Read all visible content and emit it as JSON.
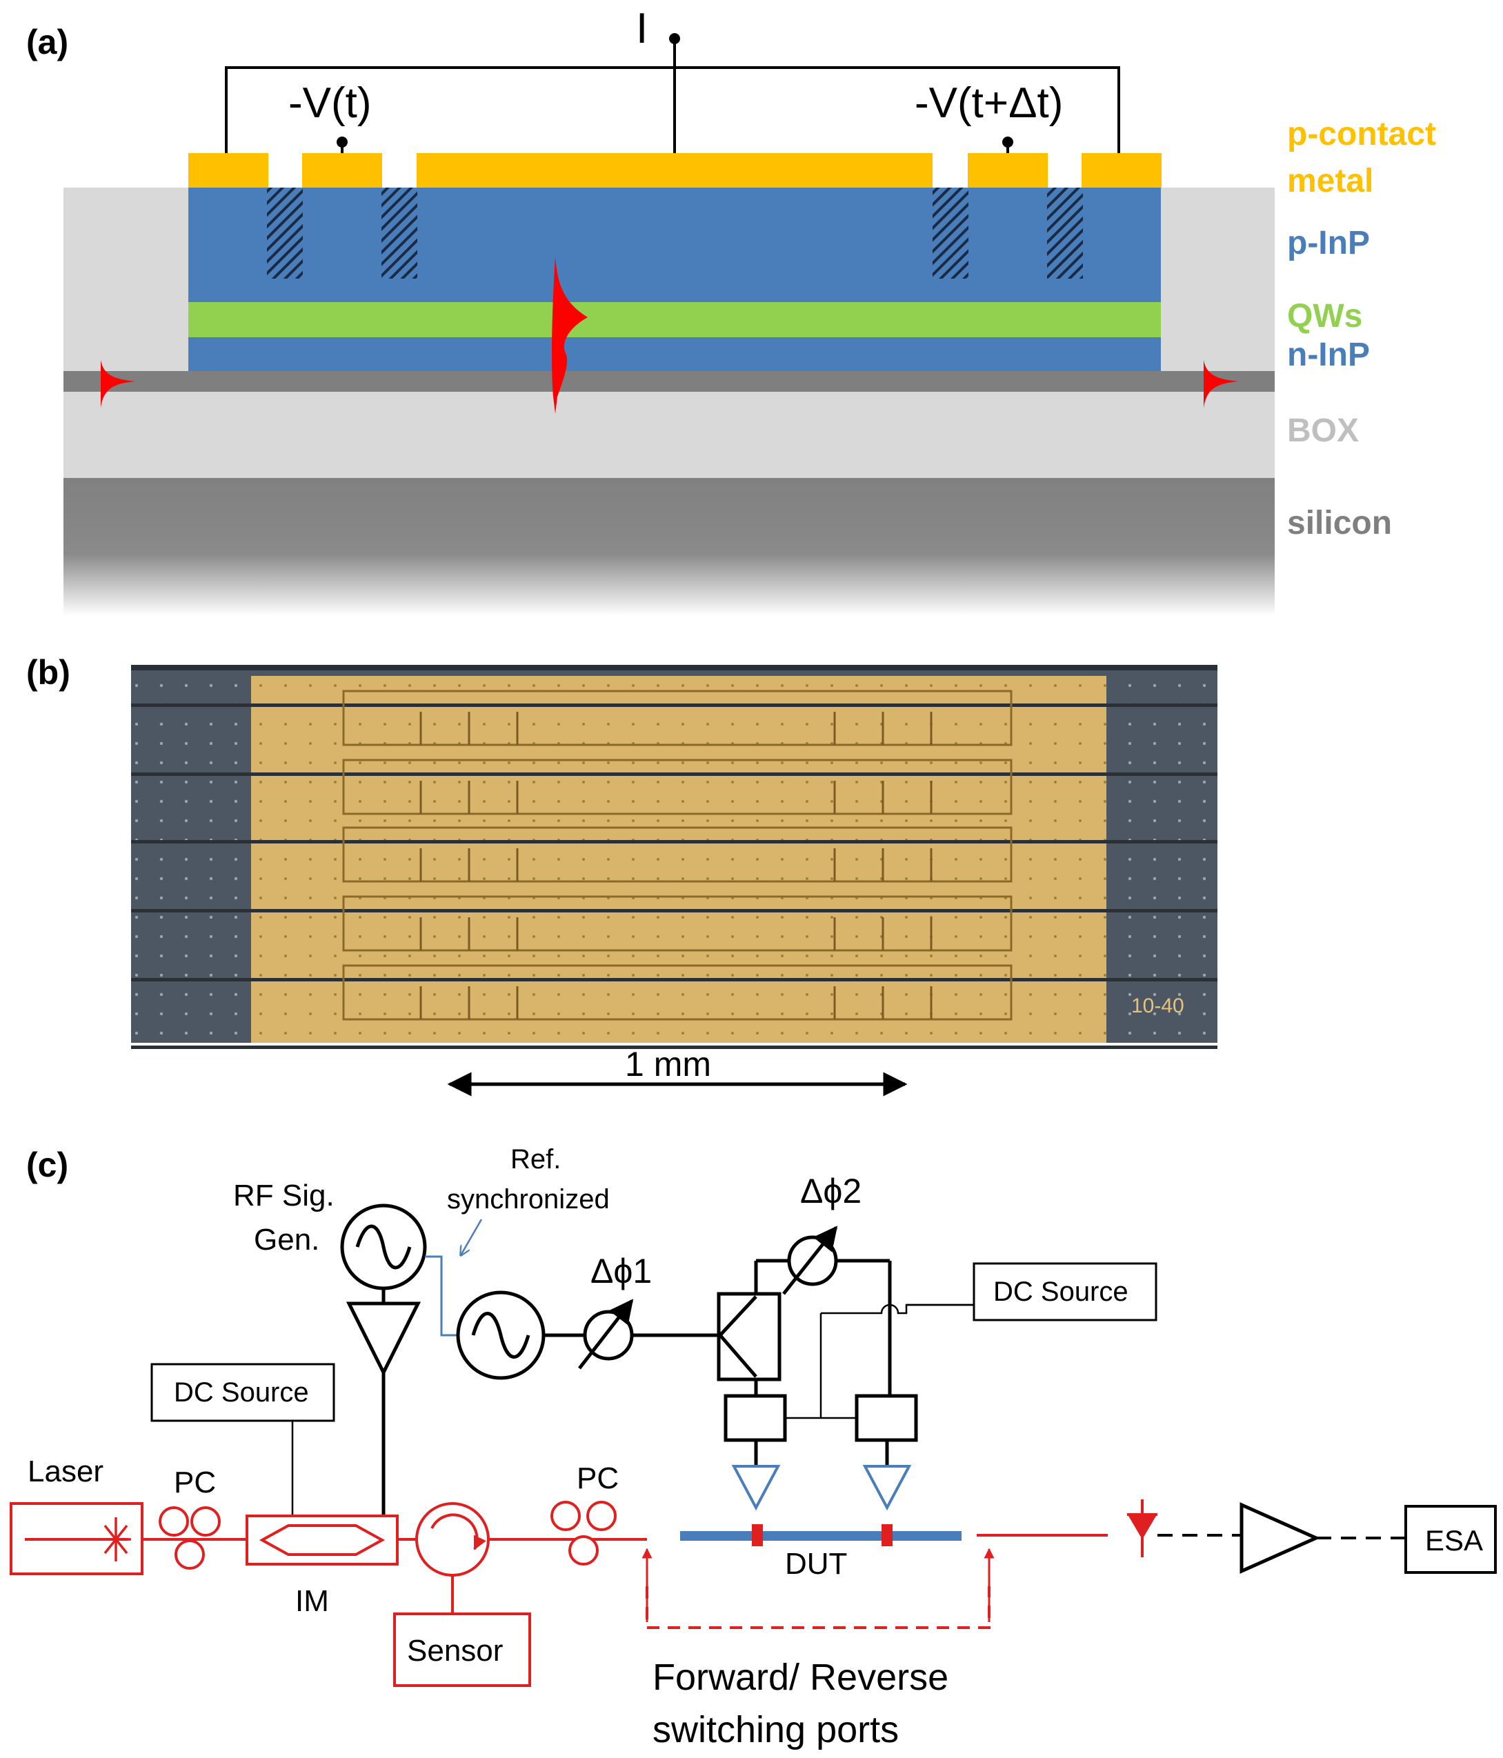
{
  "panel_a": {
    "label": "(a)",
    "current_label": "I",
    "voltage_left": "-V(t)",
    "voltage_right": "-V(t+Δt)",
    "legend": {
      "p_contact_1": "p-contact",
      "p_contact_2": "metal",
      "p_inp": "p-InP",
      "qws": "QWs",
      "n_inp": "n-InP",
      "box": "BOX",
      "silicon": "silicon"
    },
    "colors": {
      "metal": "#FFC000",
      "p_inp": "#4A7EBB",
      "qws": "#92D050",
      "n_inp": "#4A7EBB",
      "box": "#D9D9D9",
      "waveguide": "#7F7F7F",
      "silicon": "#808080",
      "pulse": "#FF0000",
      "label_box": "#BFBFBF",
      "label_silicon": "#7F7F7F"
    }
  },
  "panel_b": {
    "label": "(b)",
    "chip_marking": "10-40",
    "scale_label": "1 mm"
  },
  "panel_c": {
    "label": "(c)",
    "rf_gen_1": "RF Sig.",
    "rf_gen_2": "Gen.",
    "ref_1": "Ref.",
    "ref_2": "synchronized",
    "phase_1": "Δϕ1",
    "phase_2": "Δϕ2",
    "dc_source_top": "DC Source",
    "dc_source_left": "DC Source",
    "laser": "Laser",
    "pc_left": "PC",
    "pc_right": "PC",
    "im": "IM",
    "sensor": "Sensor",
    "dut": "DUT",
    "esa": "ESA",
    "switch_1": "Forward/ Reverse",
    "switch_2": "switching ports",
    "colors": {
      "optical": "#E02020",
      "electrical": "#000000",
      "ref_line": "#4A7EBB",
      "dut_bar": "#4A7EBB",
      "probe": "#4A7EBB"
    }
  }
}
